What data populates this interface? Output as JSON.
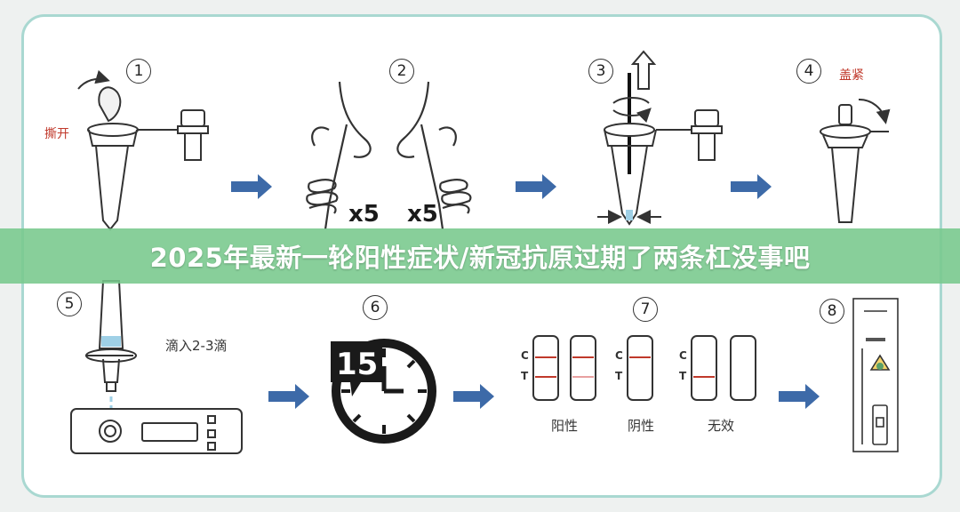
{
  "banner": {
    "title": "2025年最新一轮阳性症状/新冠抗原过期了两条杠没事吧"
  },
  "steps": [
    {
      "number": "1",
      "label": "撕开"
    },
    {
      "number": "2",
      "label_left": "x5",
      "label_right": "x5"
    },
    {
      "number": "3"
    },
    {
      "number": "4",
      "label": "盖紧"
    },
    {
      "number": "5",
      "label": "滴入2-3滴"
    },
    {
      "number": "6",
      "timer": "15"
    },
    {
      "number": "7",
      "line_c": "C",
      "line_t": "T",
      "results": [
        {
          "label": "阳性"
        },
        {
          "label": "阴性"
        },
        {
          "label": "无效"
        }
      ]
    },
    {
      "number": "8"
    }
  ],
  "colors": {
    "arrow": "#3d6aa8",
    "frame": "#a9d8d1",
    "banner": "#78c88c",
    "result_line": "#c0392b"
  }
}
